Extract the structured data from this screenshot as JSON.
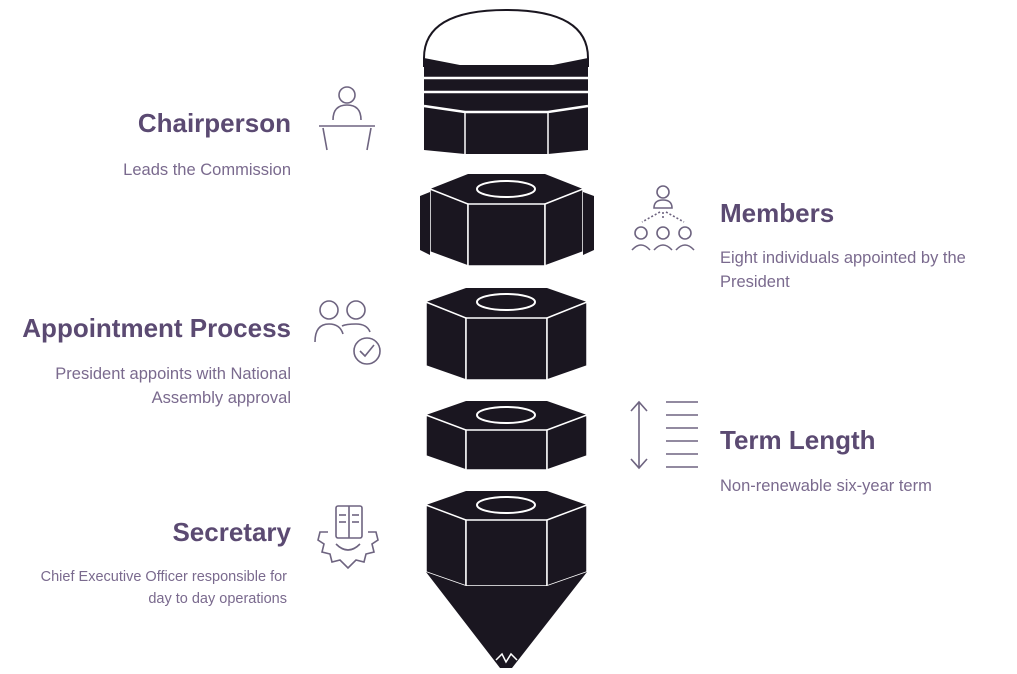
{
  "items": [
    {
      "title": "Chairperson",
      "desc": "Leads the Commission",
      "icon": "podium-person-icon"
    },
    {
      "title": "Members",
      "desc": "Eight individuals appointed by the President",
      "icon": "hierarchy-group-icon"
    },
    {
      "title": "Appointment Process",
      "desc": "President appoints with National Assembly approval",
      "icon": "people-check-icon"
    },
    {
      "title": "Term Length",
      "desc": "Non-renewable six-year term",
      "icon": "vertical-arrow-lines-icon"
    },
    {
      "title": "Secretary",
      "desc": "Chief Executive Officer responsible for day to day operations",
      "icon": "gear-document-icon"
    }
  ],
  "colors": {
    "accent": "#5b4a72",
    "text": "#7a6a8e",
    "block": "#1a1620",
    "icon": "#6e6480"
  }
}
